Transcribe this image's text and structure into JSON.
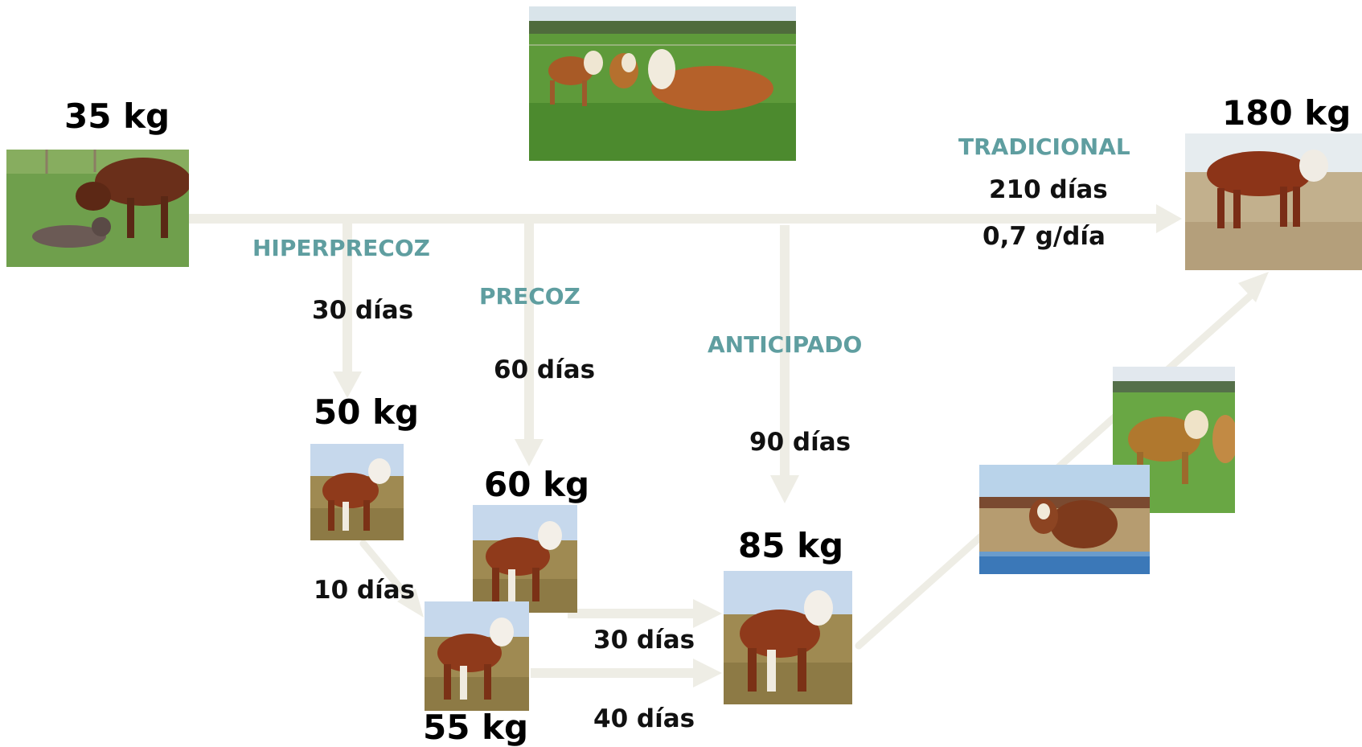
{
  "colors": {
    "method_label": "#5f9ea0",
    "arrow": "#eeede5",
    "text": "#000000"
  },
  "weights": {
    "birth": "35 kg",
    "final": "180 kg",
    "hyper": "50 kg",
    "precoz": "60 kg",
    "anticipado": "85 kg",
    "hyper_plus": "55 kg"
  },
  "methods": {
    "tradicional": "TRADICIONAL",
    "hiperprecoz": "HIPERPRECOZ",
    "precoz": "PRECOZ",
    "anticipado": "ANTICIPADO"
  },
  "durations": {
    "tradicional_days": "210 días",
    "tradicional_gain": "0,7 g/día",
    "hiperprecoz": "30 días",
    "precoz": "60 días",
    "anticipado": "90 días",
    "hyper_to_55": "10 días",
    "precoz_to_85": "30 días",
    "hyper_to_85": "40 días"
  }
}
